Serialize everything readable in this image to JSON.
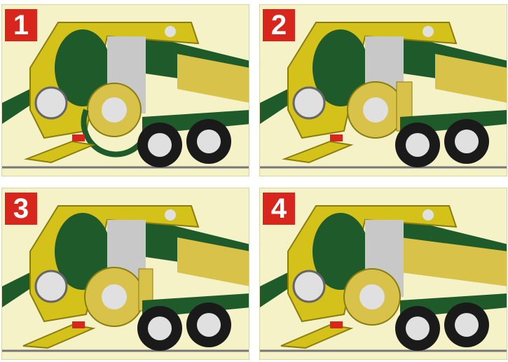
{
  "panels": [
    {
      "step": "1"
    },
    {
      "step": "2"
    },
    {
      "step": "3"
    },
    {
      "step": "4"
    }
  ],
  "colors": {
    "background": "#f6f2c8",
    "frame_yellow": "#d4c21a",
    "dark_green": "#1f5a2a",
    "straw": "#d8c24a",
    "badge_red": "#d9261c",
    "tire": "#1a1a1a",
    "metal": "#c8c8c8"
  }
}
